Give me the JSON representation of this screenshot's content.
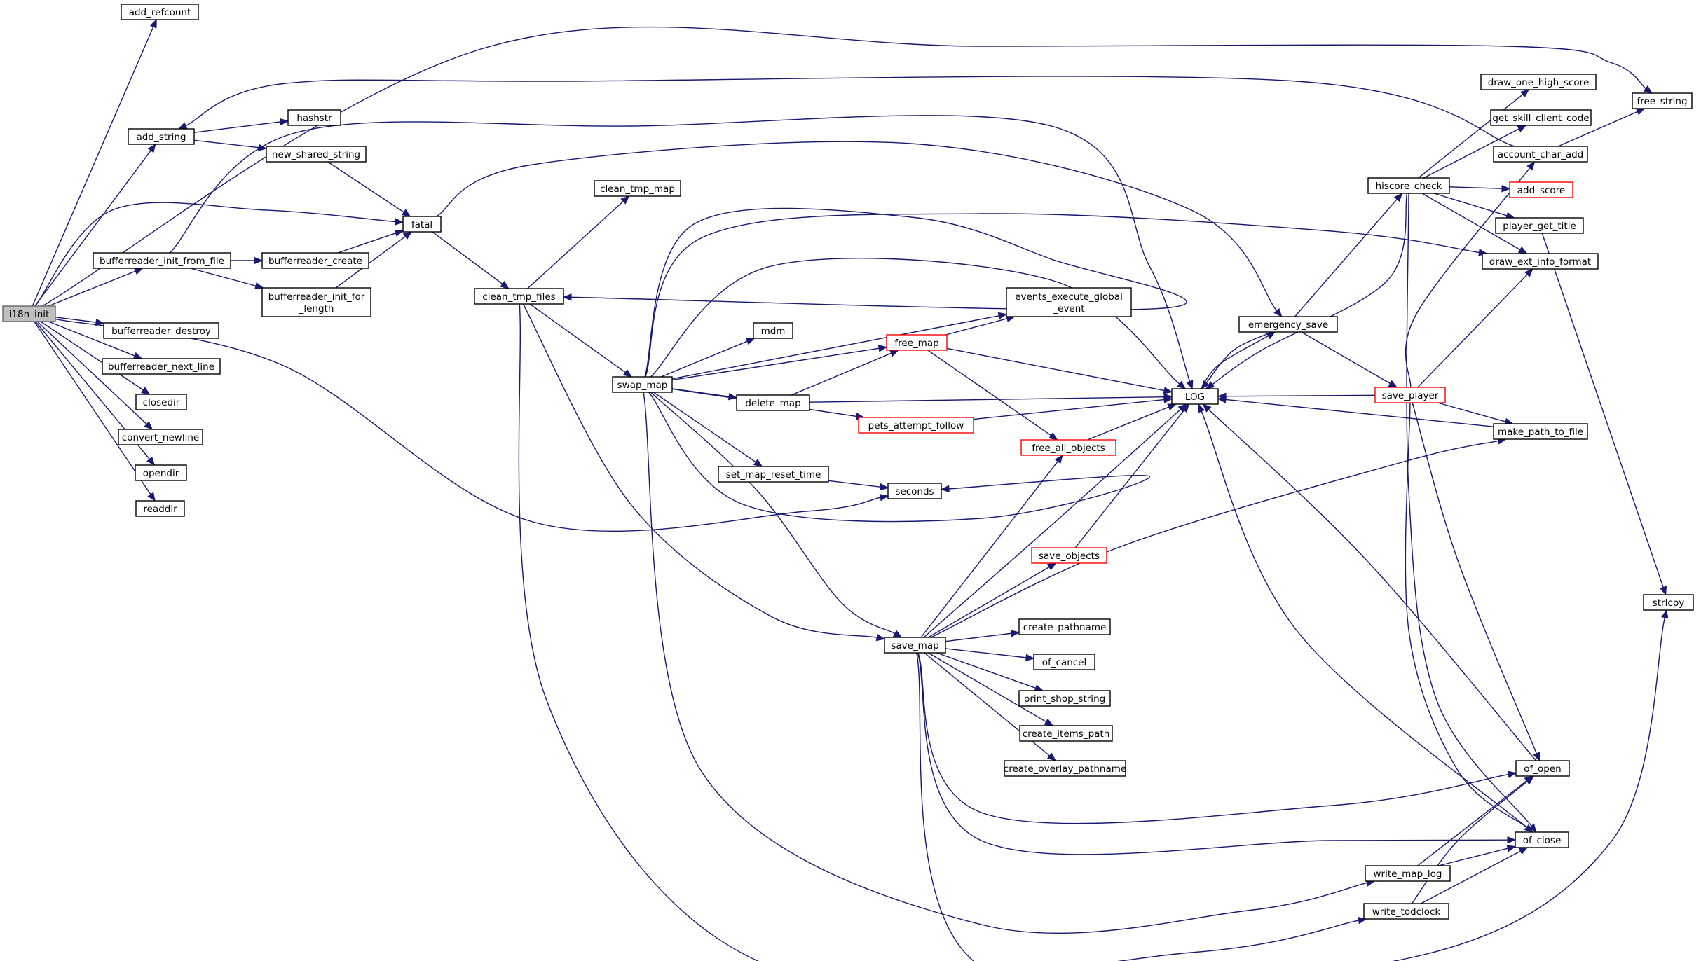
{
  "diagram": {
    "type": "call-graph",
    "colors": {
      "edge": "#191970",
      "node_border": "#000000",
      "truncated_border": "#ff0000",
      "root_fill": "#bfbfbf",
      "root_border": "#666666",
      "background": "#ffffff"
    },
    "nodes": [
      {
        "id": "i18n_init",
        "lines": [
          "i18n_init"
        ],
        "root": true
      },
      {
        "id": "add_refcount",
        "lines": [
          "add_refcount"
        ]
      },
      {
        "id": "add_string",
        "lines": [
          "add_string"
        ]
      },
      {
        "id": "hashstr",
        "lines": [
          "hashstr"
        ]
      },
      {
        "id": "new_shared_string",
        "lines": [
          "new_shared_string"
        ]
      },
      {
        "id": "bufferreader_init_from_file",
        "lines": [
          "bufferreader_init_from_file"
        ]
      },
      {
        "id": "bufferreader_create",
        "lines": [
          "bufferreader_create"
        ]
      },
      {
        "id": "bufferreader_init_for_length",
        "lines": [
          "bufferreader_init_for",
          "_length"
        ]
      },
      {
        "id": "bufferreader_destroy",
        "lines": [
          "bufferreader_destroy"
        ]
      },
      {
        "id": "bufferreader_next_line",
        "lines": [
          "bufferreader_next_line"
        ]
      },
      {
        "id": "closedir",
        "lines": [
          "closedir"
        ]
      },
      {
        "id": "convert_newline",
        "lines": [
          "convert_newline"
        ]
      },
      {
        "id": "opendir",
        "lines": [
          "opendir"
        ]
      },
      {
        "id": "readdir",
        "lines": [
          "readdir"
        ]
      },
      {
        "id": "fatal",
        "lines": [
          "fatal"
        ]
      },
      {
        "id": "clean_tmp_map",
        "lines": [
          "clean_tmp_map"
        ]
      },
      {
        "id": "clean_tmp_files",
        "lines": [
          "clean_tmp_files"
        ]
      },
      {
        "id": "swap_map",
        "lines": [
          "swap_map"
        ]
      },
      {
        "id": "mdm",
        "lines": [
          "mdm"
        ]
      },
      {
        "id": "delete_map",
        "lines": [
          "delete_map"
        ]
      },
      {
        "id": "set_map_reset_time",
        "lines": [
          "set_map_reset_time"
        ]
      },
      {
        "id": "seconds",
        "lines": [
          "seconds"
        ]
      },
      {
        "id": "free_map",
        "lines": [
          "free_map"
        ],
        "truncated": true
      },
      {
        "id": "pets_attempt_follow",
        "lines": [
          "pets_attempt_follow"
        ],
        "truncated": true
      },
      {
        "id": "free_all_objects",
        "lines": [
          "free_all_objects"
        ],
        "truncated": true
      },
      {
        "id": "events_execute_global_event",
        "lines": [
          "events_execute_global",
          "_event"
        ]
      },
      {
        "id": "save_objects",
        "lines": [
          "save_objects"
        ],
        "truncated": true
      },
      {
        "id": "save_map",
        "lines": [
          "save_map"
        ]
      },
      {
        "id": "create_pathname",
        "lines": [
          "create_pathname"
        ]
      },
      {
        "id": "of_cancel",
        "lines": [
          "of_cancel"
        ]
      },
      {
        "id": "print_shop_string",
        "lines": [
          "print_shop_string"
        ]
      },
      {
        "id": "create_items_path",
        "lines": [
          "create_items_path"
        ]
      },
      {
        "id": "create_overlay_pathname",
        "lines": [
          "create_overlay_pathname"
        ]
      },
      {
        "id": "LOG",
        "lines": [
          "LOG"
        ]
      },
      {
        "id": "emergency_save",
        "lines": [
          "emergency_save"
        ]
      },
      {
        "id": "hiscore_check",
        "lines": [
          "hiscore_check"
        ]
      },
      {
        "id": "save_player",
        "lines": [
          "save_player"
        ],
        "truncated": true
      },
      {
        "id": "draw_one_high_score",
        "lines": [
          "draw_one_high_score"
        ]
      },
      {
        "id": "get_skill_client_code",
        "lines": [
          "get_skill_client_code"
        ]
      },
      {
        "id": "account_char_add",
        "lines": [
          "account_char_add"
        ]
      },
      {
        "id": "add_score",
        "lines": [
          "add_score"
        ],
        "truncated": true
      },
      {
        "id": "player_get_title",
        "lines": [
          "player_get_title"
        ]
      },
      {
        "id": "draw_ext_info_format",
        "lines": [
          "draw_ext_info_format"
        ]
      },
      {
        "id": "make_path_to_file",
        "lines": [
          "make_path_to_file"
        ]
      },
      {
        "id": "free_string",
        "lines": [
          "free_string"
        ]
      },
      {
        "id": "strlcpy",
        "lines": [
          "strlcpy"
        ]
      },
      {
        "id": "of_open",
        "lines": [
          "of_open"
        ]
      },
      {
        "id": "of_close",
        "lines": [
          "of_close"
        ]
      },
      {
        "id": "write_map_log",
        "lines": [
          "write_map_log"
        ]
      },
      {
        "id": "write_todclock",
        "lines": [
          "write_todclock"
        ]
      }
    ],
    "edges": [
      [
        "i18n_init",
        "add_refcount"
      ],
      [
        "i18n_init",
        "add_string"
      ],
      [
        "i18n_init",
        "bufferreader_init_from_file"
      ],
      [
        "i18n_init",
        "bufferreader_destroy"
      ],
      [
        "i18n_init",
        "bufferreader_next_line"
      ],
      [
        "i18n_init",
        "closedir"
      ],
      [
        "i18n_init",
        "convert_newline"
      ],
      [
        "i18n_init",
        "opendir"
      ],
      [
        "i18n_init",
        "readdir"
      ],
      [
        "i18n_init",
        "fatal"
      ],
      [
        "i18n_init",
        "free_string"
      ],
      [
        "i18n_init",
        "seconds"
      ],
      [
        "add_string",
        "hashstr"
      ],
      [
        "add_string",
        "new_shared_string"
      ],
      [
        "new_shared_string",
        "fatal"
      ],
      [
        "bufferreader_init_from_file",
        "bufferreader_create"
      ],
      [
        "bufferreader_init_from_file",
        "bufferreader_init_for_length"
      ],
      [
        "bufferreader_init_from_file",
        "LOG"
      ],
      [
        "bufferreader_create",
        "fatal"
      ],
      [
        "bufferreader_init_for_length",
        "fatal"
      ],
      [
        "fatal",
        "clean_tmp_files"
      ],
      [
        "fatal",
        "emergency_save"
      ],
      [
        "clean_tmp_files",
        "clean_tmp_map"
      ],
      [
        "clean_tmp_files",
        "swap_map"
      ],
      [
        "clean_tmp_files",
        "save_map"
      ],
      [
        "clean_tmp_files",
        "write_todclock"
      ],
      [
        "swap_map",
        "clean_tmp_files"
      ],
      [
        "swap_map",
        "mdm"
      ],
      [
        "swap_map",
        "delete_map"
      ],
      [
        "swap_map",
        "free_map"
      ],
      [
        "swap_map",
        "pets_attempt_follow"
      ],
      [
        "swap_map",
        "set_map_reset_time"
      ],
      [
        "swap_map",
        "seconds"
      ],
      [
        "swap_map",
        "events_execute_global_event"
      ],
      [
        "swap_map",
        "LOG"
      ],
      [
        "swap_map",
        "draw_ext_info_format"
      ],
      [
        "swap_map",
        "save_map"
      ],
      [
        "swap_map",
        "write_map_log"
      ],
      [
        "delete_map",
        "free_map"
      ],
      [
        "delete_map",
        "LOG"
      ],
      [
        "free_map",
        "events_execute_global_event"
      ],
      [
        "free_map",
        "LOG"
      ],
      [
        "free_map",
        "free_all_objects"
      ],
      [
        "pets_attempt_follow",
        "LOG"
      ],
      [
        "set_map_reset_time",
        "seconds"
      ],
      [
        "free_all_objects",
        "LOG"
      ],
      [
        "save_objects",
        "LOG"
      ],
      [
        "save_map",
        "free_all_objects"
      ],
      [
        "save_map",
        "save_objects"
      ],
      [
        "save_map",
        "LOG"
      ],
      [
        "save_map",
        "make_path_to_file"
      ],
      [
        "save_map",
        "create_pathname"
      ],
      [
        "save_map",
        "of_cancel"
      ],
      [
        "save_map",
        "print_shop_string"
      ],
      [
        "save_map",
        "create_items_path"
      ],
      [
        "save_map",
        "create_overlay_pathname"
      ],
      [
        "save_map",
        "of_open"
      ],
      [
        "save_map",
        "of_close"
      ],
      [
        "save_map",
        "strlcpy"
      ],
      [
        "LOG",
        "emergency_save"
      ],
      [
        "emergency_save",
        "LOG"
      ],
      [
        "emergency_save",
        "hiscore_check"
      ],
      [
        "emergency_save",
        "save_player"
      ],
      [
        "hiscore_check",
        "draw_one_high_score"
      ],
      [
        "hiscore_check",
        "get_skill_client_code"
      ],
      [
        "hiscore_check",
        "add_score"
      ],
      [
        "hiscore_check",
        "player_get_title"
      ],
      [
        "hiscore_check",
        "draw_ext_info_format"
      ],
      [
        "hiscore_check",
        "LOG"
      ],
      [
        "hiscore_check",
        "of_close"
      ],
      [
        "save_player",
        "LOG"
      ],
      [
        "save_player",
        "make_path_to_file"
      ],
      [
        "save_player",
        "draw_ext_info_format"
      ],
      [
        "save_player",
        "account_char_add"
      ],
      [
        "save_player",
        "of_open"
      ],
      [
        "save_player",
        "of_close"
      ],
      [
        "account_char_add",
        "free_string"
      ],
      [
        "account_char_add",
        "add_string"
      ],
      [
        "player_get_title",
        "strlcpy"
      ],
      [
        "make_path_to_file",
        "LOG"
      ],
      [
        "of_open",
        "LOG"
      ],
      [
        "of_close",
        "LOG"
      ],
      [
        "write_map_log",
        "of_open"
      ],
      [
        "write_map_log",
        "of_close"
      ],
      [
        "write_todclock",
        "of_open"
      ],
      [
        "write_todclock",
        "of_close"
      ]
    ]
  }
}
